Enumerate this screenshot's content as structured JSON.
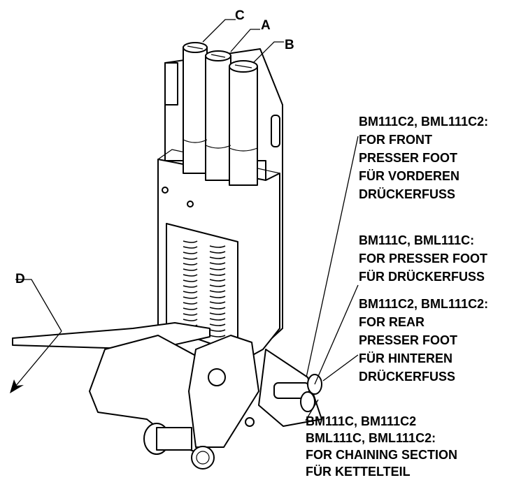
{
  "labels": {
    "A": "A",
    "B": "B",
    "C": "C",
    "D": "D"
  },
  "notes": {
    "front": [
      "BM111C2, BML111C2:",
      "FOR FRONT",
      "PRESSER FOOT",
      "FÜR VORDEREN",
      "DRÜCKERFUSS"
    ],
    "presser": [
      "BM111C, BML111C:",
      "FOR PRESSER FOOT",
      "FÜR DRÜCKERFUSS"
    ],
    "rear": [
      "BM111C2, BML111C2:",
      "FOR REAR",
      "PRESSER FOOT",
      "FÜR HINTEREN",
      "DRÜCKERFUSS"
    ],
    "chaining": [
      "BM111C, BM111C2",
      "BML111C, BML111C2:",
      "FOR CHAINING SECTION",
      "FÜR KETTELTEIL"
    ]
  }
}
